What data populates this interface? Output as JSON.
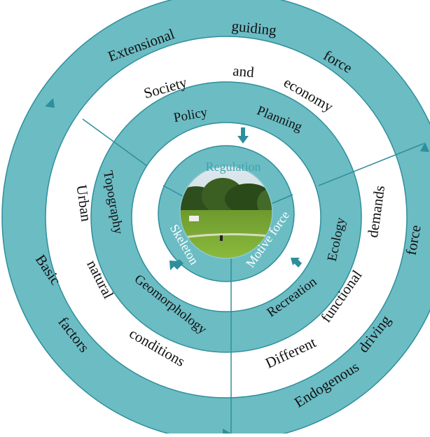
{
  "colors": {
    "teal_fill": "#6cbcc4",
    "teal_stroke": "#2e8f9b",
    "white": "#ffffff",
    "core_label": "#3fa3ad",
    "text": "#111111"
  },
  "photo_icon": "park-photo",
  "rings": {
    "outer": {
      "top_words": [
        "Extensional",
        "guiding",
        "force"
      ],
      "left_words": [
        "Basic",
        "factors"
      ],
      "right_words": [
        "Endogenous",
        "driving",
        "force"
      ]
    },
    "second": {
      "top_words": [
        "Society",
        "and",
        "economy"
      ],
      "left_words": [
        "Urban",
        "natural",
        "conditions"
      ],
      "right_words": [
        "Different",
        "functional",
        "demands"
      ]
    },
    "third": {
      "top_words": [
        "Policy",
        "Planning"
      ],
      "left_words": [
        "Topography",
        "Geomorphology"
      ],
      "right_words": [
        "Recreation",
        "Ecology"
      ]
    },
    "core": {
      "top": "Regulation",
      "left": "Skeleton",
      "right": "Motive force"
    }
  }
}
